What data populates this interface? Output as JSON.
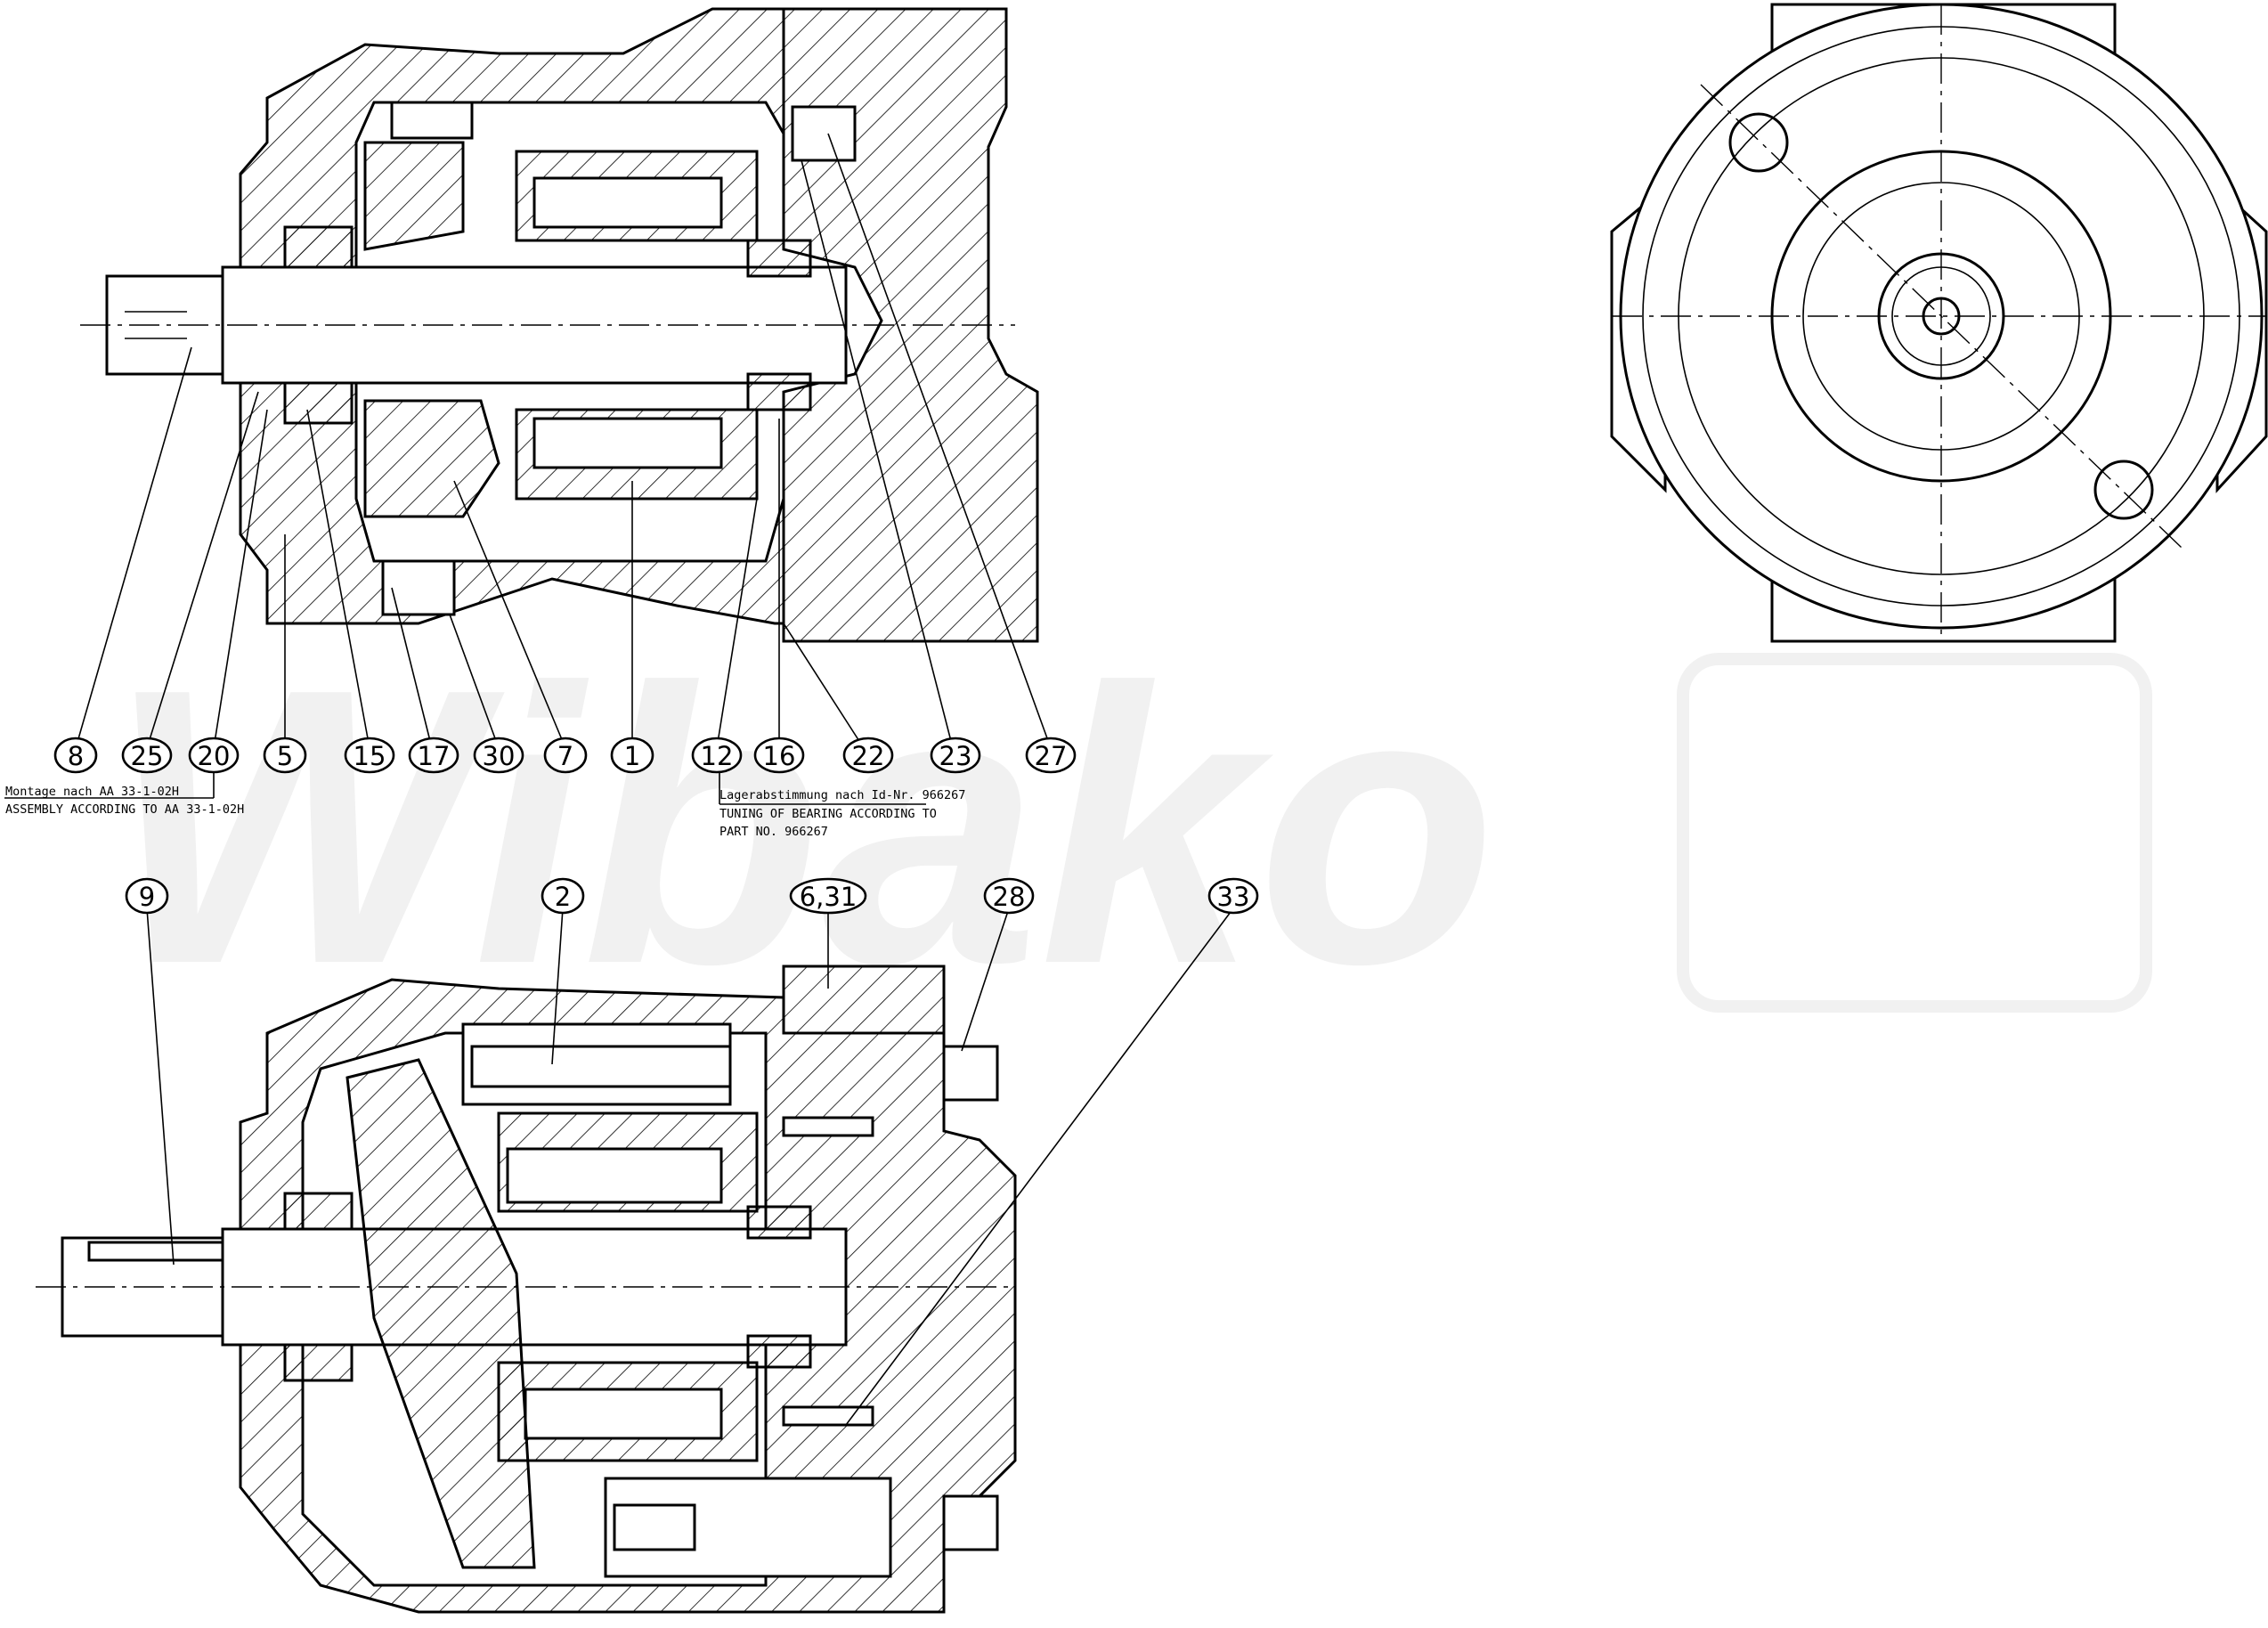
{
  "watermark": {
    "text": "Wibako",
    "color": "#f1f1f1"
  },
  "top_section": {
    "balloons": [
      "8",
      "25",
      "20",
      "5",
      "15",
      "17",
      "30",
      "7",
      "1",
      "12",
      "16",
      "22",
      "23",
      "27"
    ],
    "note_assembly_de": "Montage nach AA 33-1-02H",
    "note_assembly_en": "ASSEMBLY ACCORDING TO AA 33-1-02H",
    "note_bearing_de": "Lagerabstimmung nach Id-Nr. 966267",
    "note_bearing_en_1": "TUNING OF BEARING ACCORDING TO",
    "note_bearing_en_2": "PART NO. 966267"
  },
  "bottom_section": {
    "balloons": [
      "9",
      "2",
      "6,31",
      "28",
      "33"
    ]
  },
  "colors": {
    "line": "#000000",
    "background": "#ffffff"
  }
}
